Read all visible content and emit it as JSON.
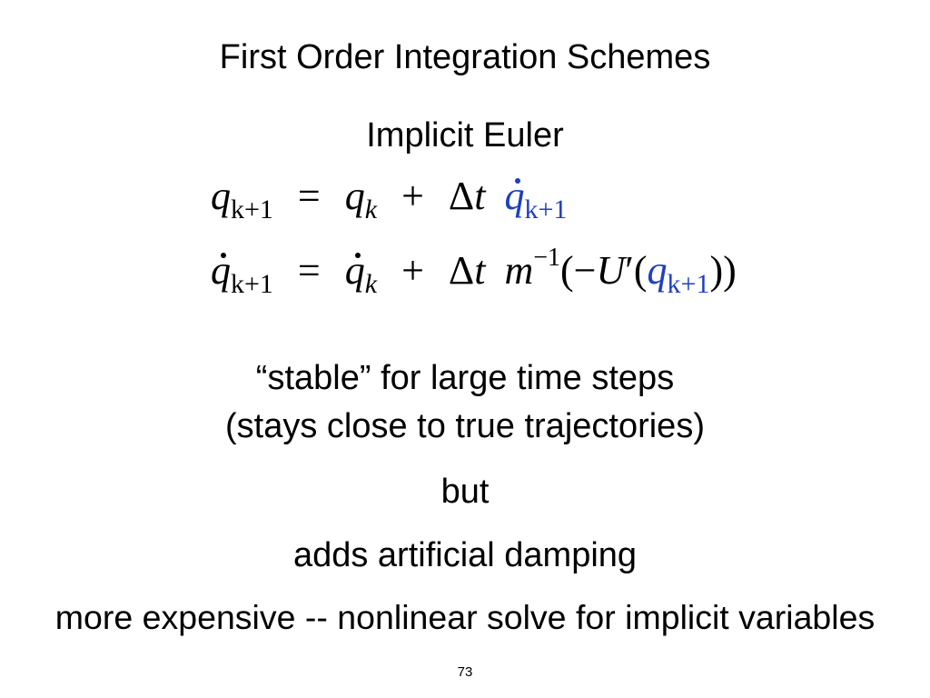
{
  "slide": {
    "title": "First Order Integration Schemes",
    "subtitle": "Implicit Euler",
    "lines": [
      "“stable” for large time steps",
      "(stays close to true trajectories)",
      "but",
      "adds artificial damping",
      "more expensive -- nonlinear solve for implicit variables"
    ],
    "page_number": "73"
  },
  "equations": {
    "eq1": "q_{k+1} = q_k + Δt q̇_{k+1}",
    "eq2": "q̇_{k+1} = q̇_k + Δt m^{-1}(−U′(q_{k+1}))",
    "implicit_color": "#1f3fc0"
  }
}
